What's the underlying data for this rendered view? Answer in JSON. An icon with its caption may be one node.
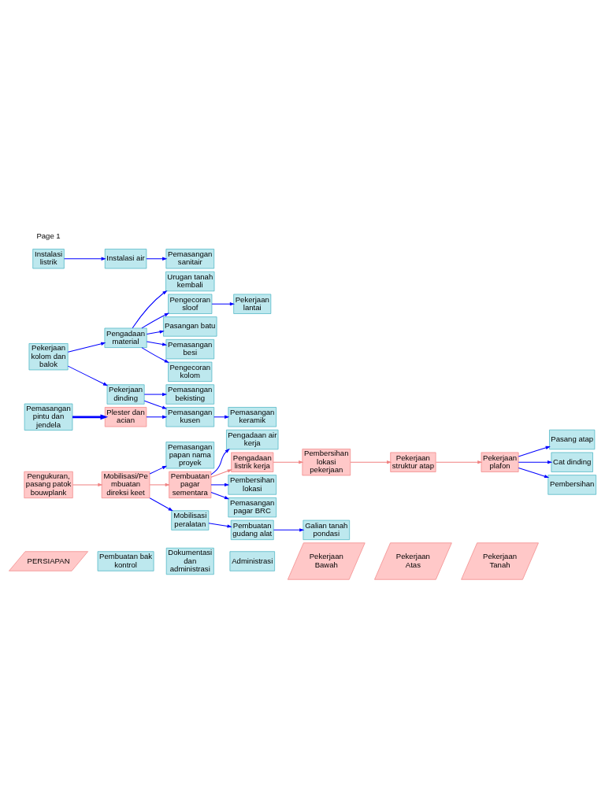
{
  "diagram": {
    "nodes": [
      {
        "text": [
          "PERSIAPAN"
        ]
      },
      {
        "text": [
          "Pengukuran, pasang patok bouwplank"
        ]
      },
      {
        "text": [
          "Mobilisasi/Pembuatan direksi keet"
        ]
      },
      {
        "text": [
          "Pemasangan papan nama proyek"
        ]
      },
      {
        "text": [
          "Pembuatan pagar sementara"
        ]
      },
      {
        "text": [
          "Pengadaan air kerja"
        ]
      },
      {
        "text": [
          "Pengadaan listrik kerja"
        ]
      },
      {
        "text": [
          "Pembersihan lokasi pekerjaan"
        ]
      },
      {
        "text": [
          "Pembersihan lokasi"
        ]
      },
      {
        "text": [
          "Pemasangan pagar BRC"
        ]
      },
      {
        "text": [
          "Mobilisasi peralatan"
        ]
      },
      {
        "text": [
          "Pembuatan gudang alat"
        ]
      },
      {
        "text": [
          "Galian tanah pondasi"
        ]
      },
      {
        "text": [
          "Pembuatan bak kontrol"
        ]
      },
      {
        "text": [
          "Dokumentasi dan administrasi"
        ]
      },
      {
        "text": [
          "Administrasi"
        ]
      },
      {
        "text": [
          "Urugan tanah kembali"
        ]
      },
      {
        "text": [
          "Pekerjaan Bawah"
        ]
      },
      {
        "text": [
          "Pasang atap"
        ]
      },
      {
        "text": [
          "Cat dinding"
        ]
      },
      {
        "text": [
          "Pembersihan"
        ]
      },
      {
        "text": [
          "Pengadaan material"
        ]
      },
      {
        "text": [
          "Pengecoran sloof"
        ]
      },
      {
        "text": [
          "Pasangan batu"
        ]
      },
      {
        "text": [
          "Pemasangan besi"
        ]
      },
      {
        "text": [
          "Pengecoran kolom"
        ]
      },
      {
        "text": [
          "Pekerjaan Atas"
        ]
      },
      {
        "text": [
          "Pekerjaan struktur atap"
        ]
      },
      {
        "text": [
          "Pekerjaan plafon"
        ]
      },
      {
        "text": [
          "Pemasangan bekisting"
        ]
      },
      {
        "text": [
          "Pekerjaan kolom dan balok"
        ]
      },
      {
        "text": [
          "Pekerjaan dinding"
        ]
      },
      {
        "text": [
          "Pemasangan kusen"
        ]
      },
      {
        "text": [
          "Pekerjaan Tanah"
        ]
      },
      {
        "text": [
          "Pekerjaan lantai"
        ]
      },
      {
        "text": [
          "Pemasangan pintu dan jendela"
        ]
      },
      {
        "text": [
          "Plester dan acian"
        ]
      },
      {
        "text": [
          "Pemasangan keramik"
        ]
      },
      {
        "text": [
          "Instalasi listrik"
        ]
      },
      {
        "text": [
          "Instalasi air"
        ]
      },
      {
        "text": [
          "Pemasangan sanitair"
        ]
      }
    ],
    "edges": [
      {
        "from": 1,
        "to": 2,
        "arrow": "to",
        "color": "#f08080"
      },
      {
        "from": 2,
        "to": 3,
        "arrow": "to"
      },
      {
        "from": 2,
        "to": 4,
        "arrow": "to",
        "color": "#f08080"
      },
      {
        "from": 2,
        "to": 10,
        "arrow": "to"
      },
      {
        "from": 4,
        "to": 5,
        "arrow": "to"
      },
      {
        "from": 4,
        "to": 6,
        "arrow": "to",
        "color": "#f08080"
      },
      {
        "from": 4,
        "to": 8,
        "arrow": "to"
      },
      {
        "from": 4,
        "to": 9,
        "arrow": "to"
      },
      {
        "from": 6,
        "to": 7,
        "arrow": "to",
        "color": "#f08080"
      },
      {
        "from": 10,
        "to": 11,
        "arrow": "to"
      },
      {
        "from": 11,
        "to": 12,
        "arrow": "to"
      },
      {
        "from": 7,
        "to": 27,
        "arrow": "to",
        "color": "#f08080"
      },
      {
        "from": 27,
        "to": 28,
        "arrow": "to",
        "color": "#f08080"
      },
      {
        "from": 28,
        "to": 18,
        "arrow": "to"
      },
      {
        "from": 28,
        "to": 19,
        "arrow": "to"
      },
      {
        "from": 28,
        "to": 20,
        "arrow": "to"
      },
      {
        "from": 30,
        "to": 21,
        "arrow": "to"
      },
      {
        "from": 30,
        "to": 31,
        "arrow": "to"
      },
      {
        "from": 21,
        "to": 16,
        "arrow": "to"
      },
      {
        "from": 21,
        "to": 22,
        "arrow": "to"
      },
      {
        "from": 21,
        "to": 23,
        "arrow": "to"
      },
      {
        "from": 21,
        "to": 24,
        "arrow": "to"
      },
      {
        "from": 21,
        "to": 25,
        "arrow": "to"
      },
      {
        "from": 31,
        "to": 29,
        "arrow": "to"
      },
      {
        "from": 31,
        "to": 32,
        "arrow": "to"
      },
      {
        "from": 36,
        "to": 32,
        "arrow": "to"
      },
      {
        "from": 22,
        "to": 34,
        "arrow": "to"
      },
      {
        "from": 32,
        "to": 37,
        "arrow": "to"
      },
      {
        "from": 35,
        "to": 36,
        "arrow": "to",
        "style": "thick"
      },
      {
        "from": 38,
        "to": 39,
        "arrow": "to"
      },
      {
        "from": 39,
        "to": 40,
        "arrow": "to"
      }
    ],
    "labels": [
      "Page 1"
    ]
  }
}
